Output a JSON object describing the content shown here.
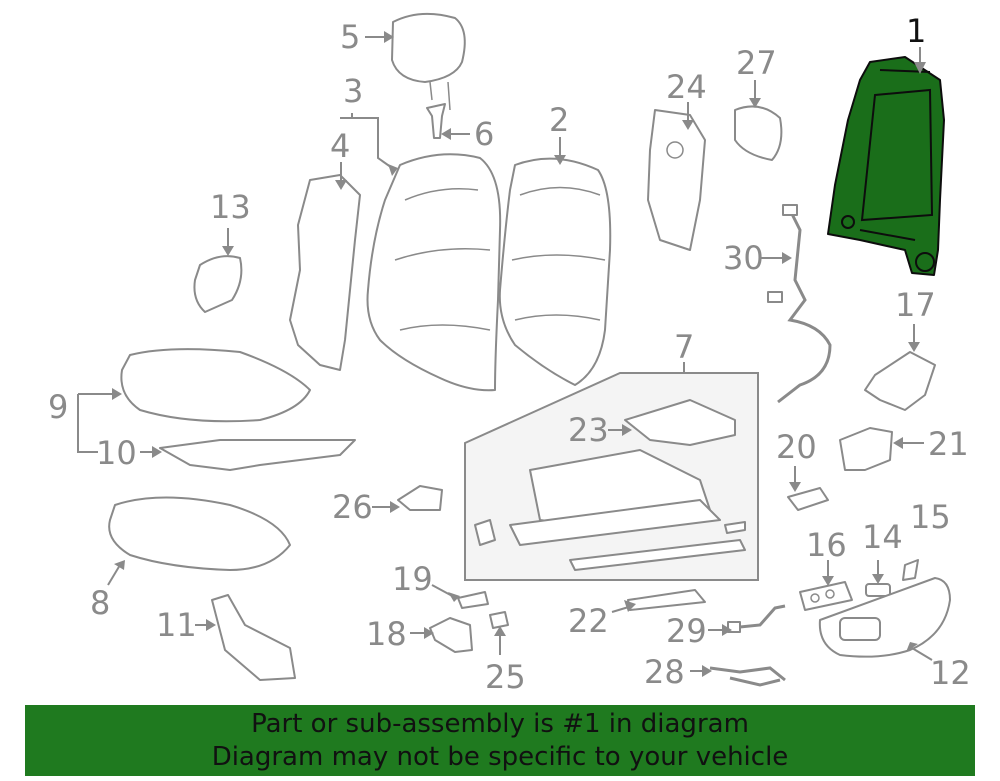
{
  "colors": {
    "highlight": "#1a6e1a",
    "banner_bg": "#1f7a1f",
    "line": "#8a8a8a"
  },
  "labels": {
    "p1": "1",
    "p2": "2",
    "p3": "3",
    "p4": "4",
    "p5": "5",
    "p6": "6",
    "p7": "7",
    "p8": "8",
    "p9": "9",
    "p10": "10",
    "p11": "11",
    "p12": "12",
    "p13": "13",
    "p14": "14",
    "p15": "15",
    "p16": "16",
    "p17": "17",
    "p18": "18",
    "p19": "19",
    "p20": "20",
    "p21": "21",
    "p22": "22",
    "p23": "23",
    "p24": "24",
    "p25": "25",
    "p26": "26",
    "p27": "27",
    "p28": "28",
    "p29": "29",
    "p30": "30"
  },
  "banner": {
    "line1": "Part or sub-assembly is #1 in diagram",
    "line2": "Diagram may not be specific to your vehicle"
  }
}
